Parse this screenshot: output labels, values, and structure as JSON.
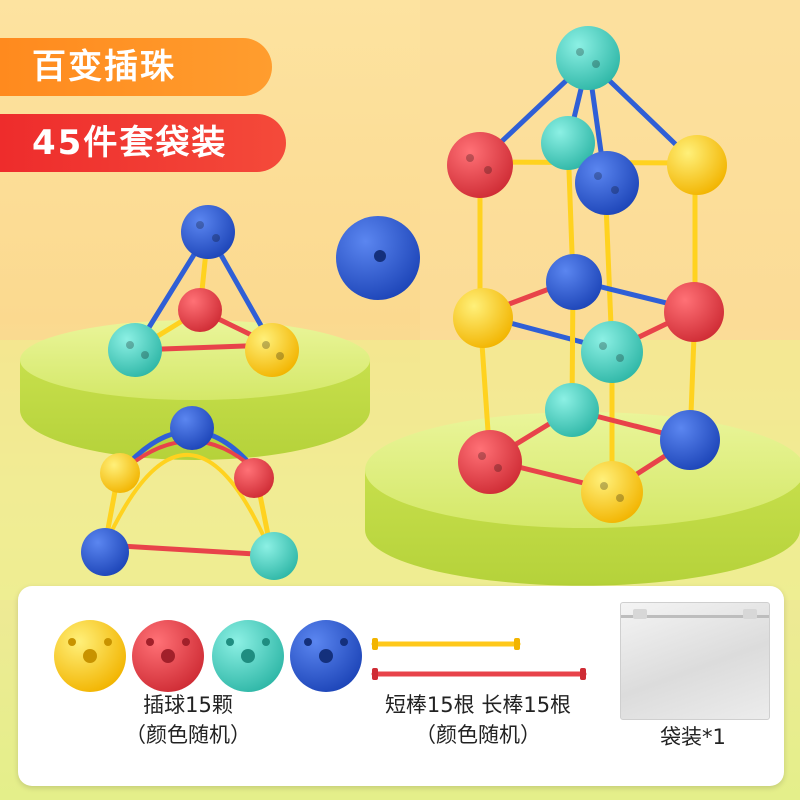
{
  "header": {
    "title": "百变插珠",
    "subtitle": "45件套袋装"
  },
  "contents": {
    "balls": {
      "line1": "插球15颗",
      "line2": "（颜色随机）"
    },
    "rods": {
      "line1": "短棒15根 长棒15根",
      "line2": "（颜色随机）"
    },
    "bag": {
      "label": "袋装*1"
    }
  },
  "colors": {
    "blue": "#2f5fd6",
    "red": "#e8434a",
    "teal": "#4fd3c4",
    "yellow": "#ffd21f",
    "badge_orange": "#ff8a1e",
    "badge_red": "#ee2c2c"
  }
}
